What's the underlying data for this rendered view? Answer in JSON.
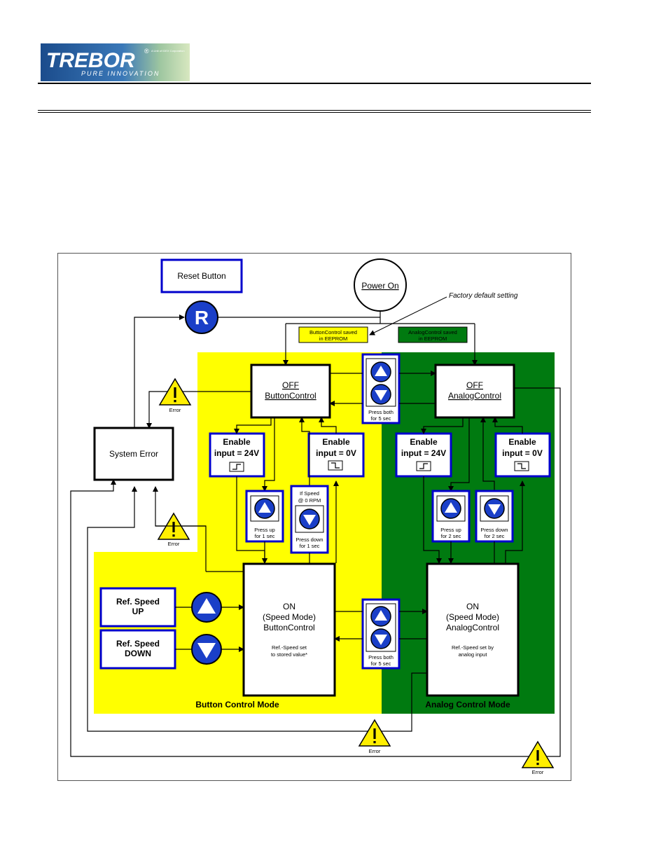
{
  "header": {
    "logo_text": "TREBOR",
    "logo_tagline": "PURE INNOVATION",
    "logo_registered": "®",
    "logo_small": "A Unit of IDEX Corporation"
  },
  "diagram": {
    "reset_button": "Reset Button",
    "reset_icon": "R",
    "power_on": "Power On",
    "factory_default": "Factory default setting",
    "button_saved_1": "ButtonControl saved",
    "button_saved_2": "in EEPROM",
    "analog_saved_1": "AnalogControl saved",
    "analog_saved_2": "in EEPROM",
    "off_button_1": "OFF",
    "off_button_2": "ButtonControl",
    "off_analog_1": "OFF",
    "off_analog_2": "AnalogControl",
    "press_both_top_1": "Press both",
    "press_both_top_2": "for 5 sec",
    "press_both_mid_1": "Press both",
    "press_both_mid_2": "for 5 sec",
    "system_error": "System Error",
    "error_label": "Error",
    "enable_24v_l_1": "Enable",
    "enable_24v_l_2": "input = 24V",
    "enable_0v_l_1": "Enable",
    "enable_0v_l_2": "input = 0V",
    "enable_24v_r_1": "Enable",
    "enable_24v_r_2": "input = 24V",
    "enable_0v_r_1": "Enable",
    "enable_0v_r_2": "input = 0V",
    "press_up_1s_1": "Press up",
    "press_up_1s_2": "for 1 sec",
    "if_speed_1": "If Speed",
    "if_speed_2": "@ 0 RPM",
    "press_down_1s_1": "Press down",
    "press_down_1s_2": "for 1 sec",
    "press_up_2s_1": "Press up",
    "press_up_2s_2": "for 2 sec",
    "press_down_2s_1": "Press down",
    "press_down_2s_2": "for 2 sec",
    "on_button_1": "ON",
    "on_button_2": "(Speed Mode)",
    "on_button_3": "ButtonControl",
    "on_button_note_1": "Ref.-Speed set",
    "on_button_note_2": "to stored value*",
    "on_analog_1": "ON",
    "on_analog_2": "(Speed Mode)",
    "on_analog_3": "AnalogControl",
    "on_analog_note_1": "Ref.-Speed set by",
    "on_analog_note_2": "analog input",
    "ref_up_1": "Ref. Speed",
    "ref_up_2": "UP",
    "ref_down_1": "Ref. Speed",
    "ref_down_2": "DOWN",
    "button_mode": "Button Control Mode",
    "analog_mode": "Analog Control Mode"
  },
  "colors": {
    "yellow": "#ffff00",
    "green": "#007a10",
    "blue": "#0000cc",
    "icon_blue": "#1a3fc8",
    "warning": "#ffee00"
  }
}
